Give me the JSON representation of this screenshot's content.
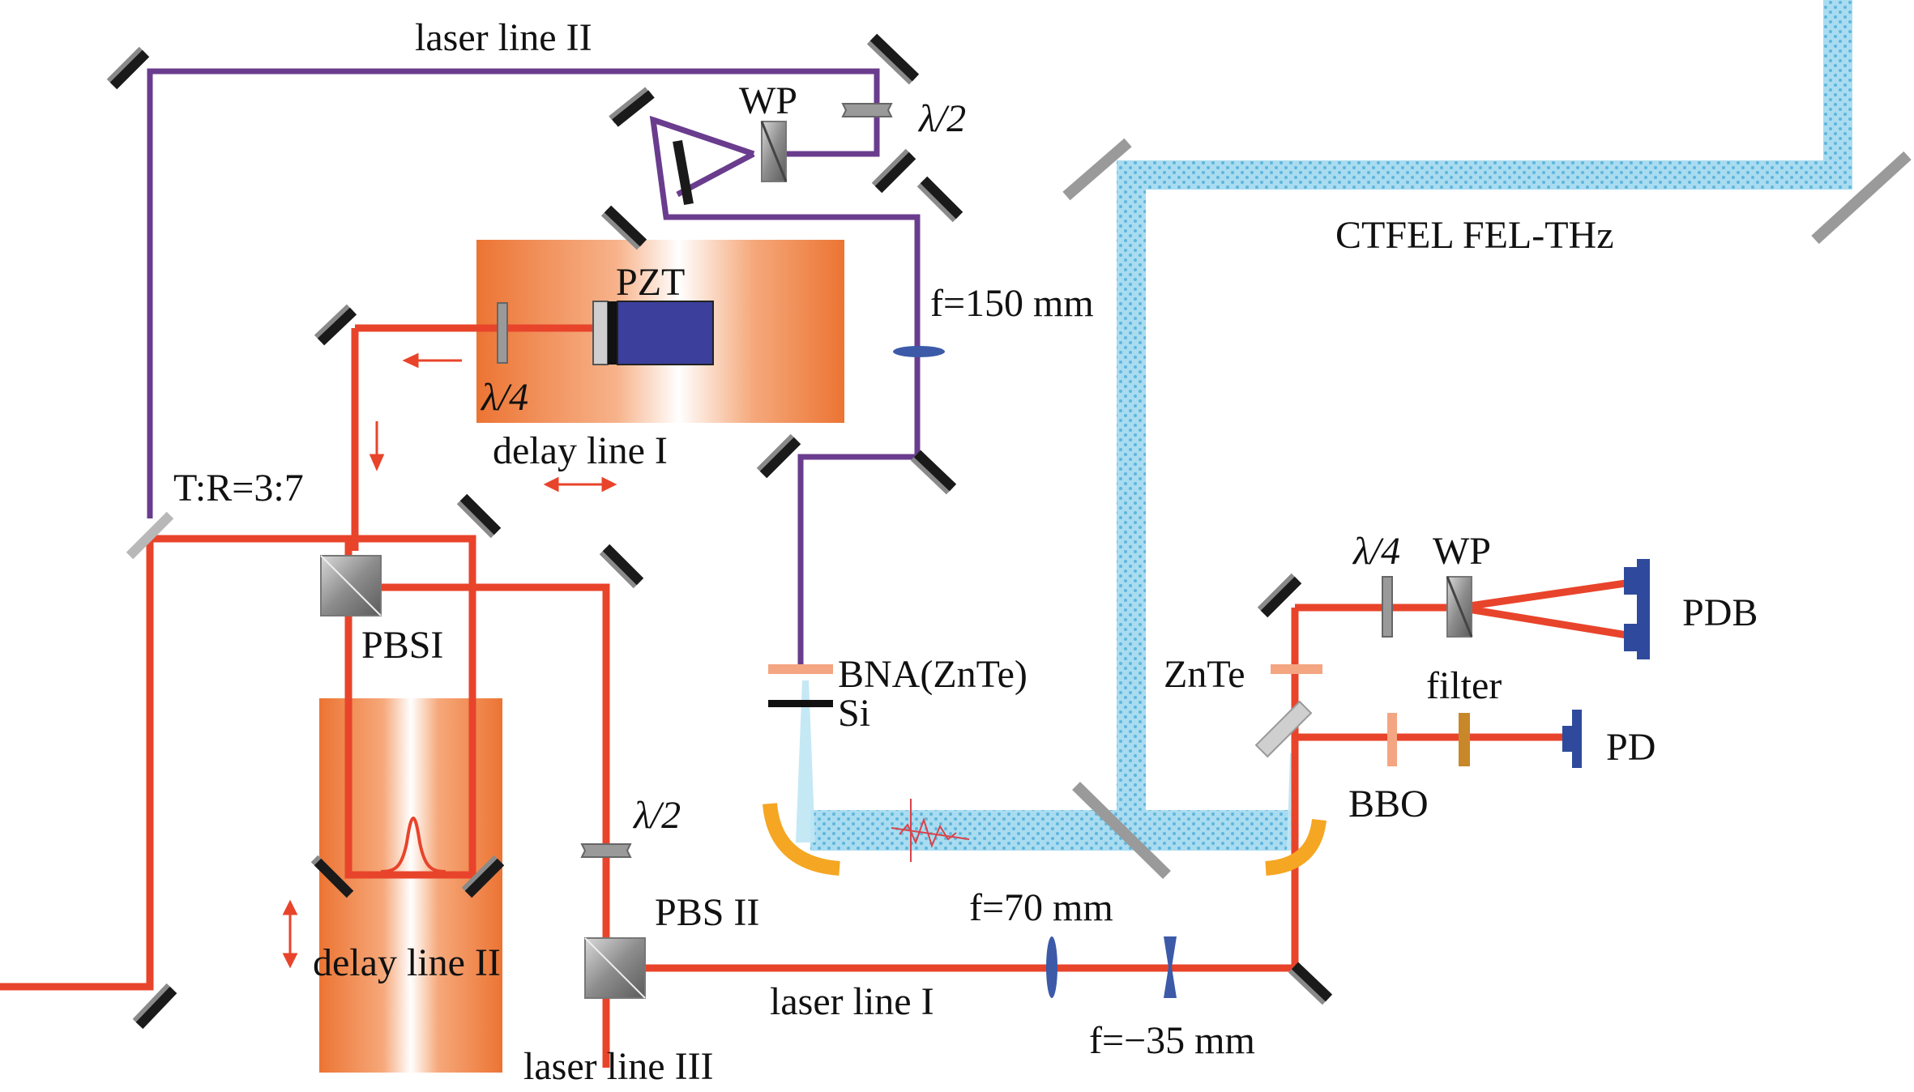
{
  "labels": {
    "laser_line_2": "laser line II",
    "wp_top": "WP",
    "half_wave_top": "λ/2",
    "pzt": "PZT",
    "f150": "f=150 mm",
    "ctfel": "CTFEL FEL-THz",
    "quarter_wave_left": "λ/4",
    "delay_line_1": "delay line I",
    "split_ratio": "T:R=3:7",
    "quarter_wave_right": "λ/4",
    "wp_right": "WP",
    "pdb": "PDB",
    "pbs1": "PBSI",
    "bna": "BNA(ZnTe)",
    "si": "Si",
    "znte": "ZnTe",
    "filter": "filter",
    "pd": "PD",
    "half_wave_bottom": "λ/2",
    "bbo": "BBO",
    "pbs2": "PBS II",
    "f70": "f=70 mm",
    "delay_line_2": "delay line II",
    "laser_line_1": "laser line I",
    "f_neg35": "f=−35 mm",
    "laser_line_3": "laser line III"
  },
  "colors": {
    "red_beam": "#e8442b",
    "purple_beam": "#6a3c8e",
    "thz_beam": "#8fd0ea",
    "orange_stage": "#ee7a3c",
    "mirror": "#1a1a1a",
    "gray_optic": "#8a8a8a",
    "gold_mirror": "#f5a623",
    "detector": "#2f4a9c",
    "lens": "#3c5aa8"
  }
}
